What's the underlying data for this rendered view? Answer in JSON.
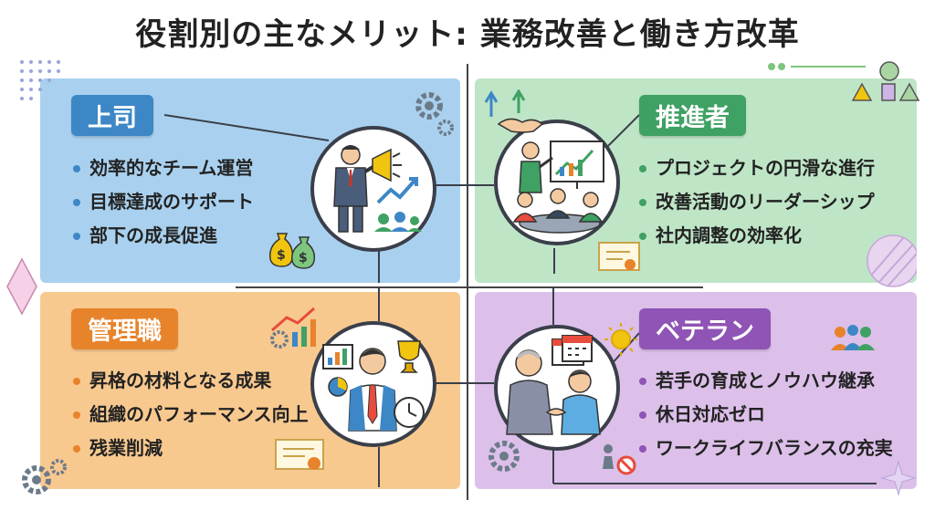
{
  "title": "役割別の主なメリット: 業務改善と働き方改革",
  "quadrants": [
    {
      "role": "上司",
      "items": [
        "効率的なチーム運営",
        "目標達成のサポート",
        "部下の成長促進"
      ]
    },
    {
      "role": "推進者",
      "items": [
        "プロジェクトの円滑な進行",
        "改善活動のリーダーシップ",
        "社内調整の効率化"
      ]
    },
    {
      "role": "管理職",
      "items": [
        "昇格の材料となる成果",
        "組織のパフォーマンス向上",
        "残業削減"
      ]
    },
    {
      "role": "ベテラン",
      "items": [
        "若手の育成とノウハウ継承",
        "休日対応ゼロ",
        "ワークライフバランスの充実"
      ]
    }
  ],
  "colors": {
    "boss": "#3d87c6",
    "promoter": "#3fa163",
    "manager": "#e7832a",
    "veteran": "#8f54b5"
  },
  "icons": [
    "presenter-with-megaphone-icon",
    "meeting-presentation-icon",
    "manager-with-trophy-icon",
    "veteran-mentoring-icon",
    "gear-icon",
    "money-bag-icon",
    "handshake-icon",
    "certificate-icon",
    "calendar-icon",
    "clock-icon",
    "team-icon"
  ]
}
